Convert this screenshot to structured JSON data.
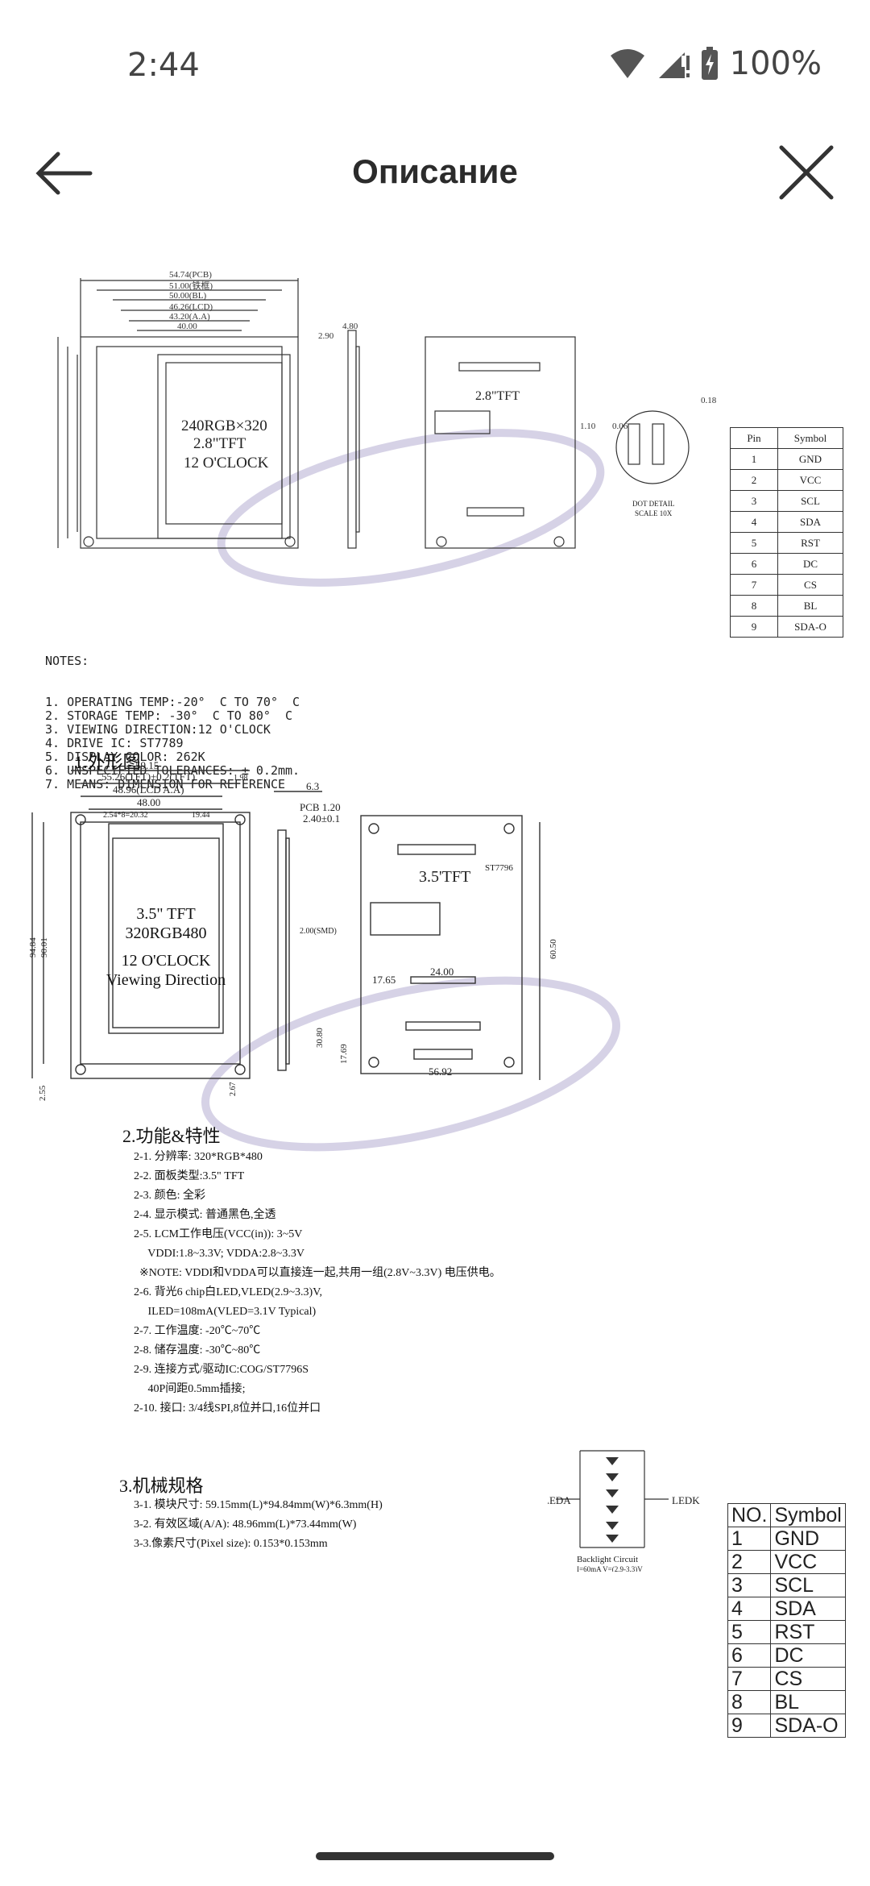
{
  "status_bar": {
    "time": "2:44",
    "battery": "100%"
  },
  "header": {
    "title": "Описание"
  },
  "drawing1": {
    "center_label_1": "240RGB×320",
    "center_label_2": "2.8\"TFT",
    "center_label_3": "12 O'CLOCK",
    "board_label": "2.8\"TFT",
    "dot_detail": "DOT DETAIL",
    "scale": "SCALE 10X"
  },
  "pin_table_small": {
    "headers": [
      "Pin",
      "Symbol"
    ],
    "rows": [
      [
        "1",
        "GND"
      ],
      [
        "2",
        "VCC"
      ],
      [
        "3",
        "SCL"
      ],
      [
        "4",
        "SDA"
      ],
      [
        "5",
        "RST"
      ],
      [
        "6",
        "DC"
      ],
      [
        "7",
        "CS"
      ],
      [
        "8",
        "BL"
      ],
      [
        "9",
        "SDA-O"
      ]
    ]
  },
  "notes": {
    "title": "NOTES:",
    "items": [
      "1. OPERATING TEMP:-20°  C TO 70°  C",
      "2. STORAGE TEMP: -30°  C TO 80°  C",
      "3. VIEWING DIRECTION:12 O'CLOCK",
      "4. DRIVE IC: ST7789",
      "5. DISPLAY COLOR: 262K",
      "6. UNSPECIFIED TOLERANCES: ± 0.2mm.",
      "7. MEANS: DIMENSION FOR REFERENCE"
    ]
  },
  "drawing2": {
    "section_title": "1.外形图",
    "dim_width": "59.15",
    "dim_tft": "55.26(TFT)±0.2(TFT)",
    "dim_lcd": "48.96(LCD A.A)",
    "dim_48": "48.00",
    "dim_pitch": "2.54*8=20.32",
    "dim_1944": "19.44",
    "dim_198": "1.98",
    "dim_63": "6.3",
    "dim_pcb": "PCB 1.20",
    "dim_240": "2.40±0.1",
    "screen_1": "3.5\" TFT",
    "screen_2": "320RGB480",
    "screen_3": "12 O'CLOCK",
    "screen_4": "Viewing Direction",
    "board_label": "3.5'TFT",
    "ic": "ST7796",
    "dim_smd": "2.00(SMD)",
    "dim_9484": "94.84",
    "dim_9001": "90.01",
    "dim_6050": "60.50",
    "dim_1765": "17.65",
    "dim_2400": "24.00",
    "dim_5692": "56.92",
    "dim_3080": "30.80",
    "dim_1769": "17.69",
    "dim_255": "2.55",
    "dim_267": "2.67"
  },
  "features": {
    "title": "2.功能&特性",
    "lines": [
      "2-1. 分辨率: 320*RGB*480",
      "2-2. 面板类型:3.5\" TFT",
      "2-3. 颜色: 全彩",
      "2-4. 显示模式: 普通黑色,全透",
      "2-5. LCM工作电压(VCC(in)): 3~5V",
      "     VDDI:1.8~3.3V; VDDA:2.8~3.3V",
      "  ※NOTE: VDDI和VDDA可以直接连一起,共用一组(2.8V~3.3V) 电压供电。",
      "2-6. 背光6 chip白LED,VLED(2.9~3.3)V,",
      "     ILED=108mA(VLED=3.1V Typical)",
      "2-7. 工作温度: -20℃~70℃",
      "2-8. 储存温度: -30℃~80℃",
      "2-9. 连接方式/驱动IC:COG/ST7796S",
      "     40P间距0.5mm插接;",
      "2-10. 接口: 3/4线SPI,8位并口,16位并口"
    ]
  },
  "mechanical": {
    "title": "3.机械规格",
    "lines": [
      "3-1. 模块尺寸: 59.15mm(L)*94.84mm(W)*6.3mm(H)",
      "3-2. 有效区域(A/A): 48.96mm(L)*73.44mm(W)",
      "3-3.像素尺寸(Pixel size): 0.153*0.153mm"
    ]
  },
  "backlight": {
    "leda": "LEDA",
    "ledk": "LEDK",
    "caption": "Backlight Circuit",
    "spec": "I=60mA  V=(2.9-3.3)V"
  },
  "pin_table_large": {
    "headers": [
      "NO.",
      "Symbol"
    ],
    "rows": [
      [
        "1",
        "GND"
      ],
      [
        "2",
        "VCC"
      ],
      [
        "3",
        "SCL"
      ],
      [
        "4",
        "SDA"
      ],
      [
        "5",
        "RST"
      ],
      [
        "6",
        "DC"
      ],
      [
        "7",
        "CS"
      ],
      [
        "8",
        "BL"
      ],
      [
        "9",
        "SDA-O"
      ]
    ]
  },
  "colors": {
    "background": "#ffffff",
    "text": "#222222",
    "watermark": "#c9c4de"
  }
}
